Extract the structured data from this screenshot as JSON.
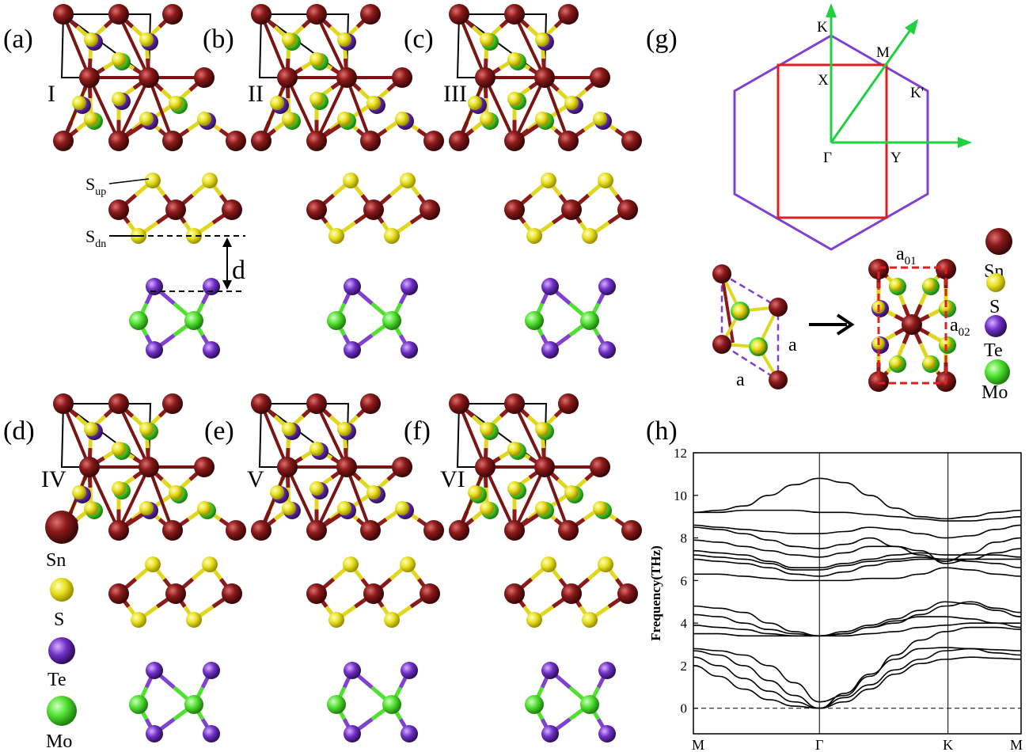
{
  "panel_labels": {
    "a": "(a)",
    "b": "(b)",
    "c": "(c)",
    "d": "(d)",
    "e": "(e)",
    "f": "(f)",
    "g": "(g)",
    "h": "(h)"
  },
  "config_labels": {
    "a": "I",
    "b": "II",
    "c": "III",
    "d": "IV",
    "e": "V",
    "f": "VI"
  },
  "side_labels": {
    "s_up_main": "S",
    "s_up_sub": "up",
    "s_dn_main": "S",
    "s_dn_sub": "dn",
    "d": "d"
  },
  "legend": {
    "sn": "Sn",
    "s": "S",
    "te": "Te",
    "mo": "Mo"
  },
  "colors": {
    "sn": "#8b1a1a",
    "s": "#e8e020",
    "te": "#7030c8",
    "mo": "#50e030",
    "red": "#e02020",
    "violet": "#8040d0",
    "green": "#20d040"
  },
  "bz": {
    "K": "K",
    "M": "M",
    "X": "X",
    "Kp": "K'",
    "G": "Γ",
    "Y": "Y"
  },
  "cell": {
    "a_left": "a",
    "a_bottom": "a",
    "a01_main": "a",
    "a01_sub": "01",
    "a02_main": "a",
    "a02_sub": "02"
  },
  "chart_data": {
    "type": "line",
    "ylabel": "Frequency(THz)",
    "ylim": [
      -1.2,
      12
    ],
    "yticks": [
      "0",
      "2",
      "4",
      "6",
      "8",
      "10",
      "12"
    ],
    "xticks": [
      "M",
      "Γ",
      "K",
      "M"
    ],
    "x": [
      0,
      0.5,
      1,
      1.5,
      2,
      2.5,
      3,
      3.5,
      4,
      4.5,
      5,
      5.5,
      6,
      6.5,
      7,
      7.5,
      8,
      8.5,
      9,
      9.5,
      10
    ],
    "series": [
      {
        "values": [
          2.0,
          1.5,
          0.9,
          0.4,
          0.1,
          0,
          0.3,
          0.9,
          1.6,
          2.1,
          2.3,
          2.4,
          2.35,
          2.3
        ]
      },
      {
        "values": [
          2.4,
          2.0,
          1.4,
          0.8,
          0.3,
          0,
          0.5,
          1.1,
          1.8,
          2.3,
          2.7,
          2.8,
          2.75,
          2.7
        ]
      },
      {
        "values": [
          2.7,
          2.5,
          2.0,
          1.3,
          0.6,
          0,
          0.7,
          1.6,
          2.3,
          2.8,
          2.85,
          2.8,
          2.6,
          2.5
        ]
      },
      {
        "values": [
          2.8,
          2.7,
          2.5,
          2.0,
          1.2,
          0.3,
          0.6,
          1.5,
          2.5,
          3.2,
          3.6,
          3.8,
          3.8,
          3.7
        ]
      },
      {
        "values": [
          3.5,
          3.5,
          3.4,
          3.4,
          3.4,
          3.4,
          3.4,
          3.5,
          3.6,
          3.8,
          3.9,
          4.0,
          4.0,
          4.0
        ]
      },
      {
        "values": [
          3.9,
          3.8,
          3.7,
          3.5,
          3.4,
          3.4,
          3.5,
          3.8,
          4.1,
          4.3,
          4.3,
          4.2,
          4.0,
          3.8
        ]
      },
      {
        "values": [
          4.4,
          4.3,
          4.0,
          3.7,
          3.5,
          3.4,
          3.5,
          3.8,
          4.0,
          4.4,
          4.8,
          5.0,
          4.7,
          4.5
        ]
      },
      {
        "values": [
          4.8,
          4.7,
          4.5,
          4.0,
          3.6,
          3.4,
          3.6,
          3.9,
          4.2,
          4.6,
          5.0,
          4.9,
          4.6,
          4.3
        ]
      },
      {
        "values": [
          6.3,
          6.3,
          6.2,
          6.1,
          6.0,
          6.0,
          6.0,
          6.1,
          6.1,
          6.3,
          6.6,
          6.5,
          6.3,
          6.2
        ]
      },
      {
        "values": [
          7.0,
          6.9,
          6.8,
          6.6,
          6.3,
          6.2,
          6.4,
          6.7,
          6.9,
          7.0,
          7.0,
          6.9,
          6.8,
          6.6
        ]
      },
      {
        "values": [
          7.2,
          7.1,
          7.0,
          6.8,
          6.5,
          6.5,
          6.7,
          6.9,
          7.0,
          7.1,
          7.0,
          7.0,
          7.0,
          7.0
        ]
      },
      {
        "values": [
          7.4,
          7.3,
          7.2,
          6.9,
          6.6,
          6.6,
          6.8,
          7.0,
          7.2,
          7.3,
          7.2,
          7.2,
          7.2,
          7.1
        ]
      },
      {
        "values": [
          7.9,
          7.8,
          7.6,
          7.4,
          7.2,
          7.1,
          7.3,
          7.6,
          7.6,
          7.4,
          6.8,
          7.0,
          7.3,
          7.5
        ]
      },
      {
        "values": [
          8.5,
          8.4,
          8.2,
          7.9,
          7.6,
          7.5,
          7.7,
          8.0,
          7.6,
          7.2,
          6.9,
          7.3,
          7.8,
          8.0
        ]
      },
      {
        "values": [
          8.6,
          8.5,
          8.4,
          8.3,
          8.2,
          8.2,
          8.3,
          8.5,
          8.4,
          8.2,
          8.0,
          8.1,
          8.4,
          8.6
        ]
      },
      {
        "values": [
          9.2,
          9.2,
          9.3,
          9.3,
          9.3,
          9.2,
          9.2,
          9.1,
          9.0,
          8.9,
          8.8,
          8.8,
          8.9,
          9.0
        ]
      },
      {
        "values": [
          9.2,
          9.3,
          9.5,
          10.0,
          10.5,
          10.8,
          10.6,
          10.0,
          9.4,
          9.0,
          8.9,
          9.0,
          9.2,
          9.3
        ]
      }
    ],
    "grid": false
  }
}
